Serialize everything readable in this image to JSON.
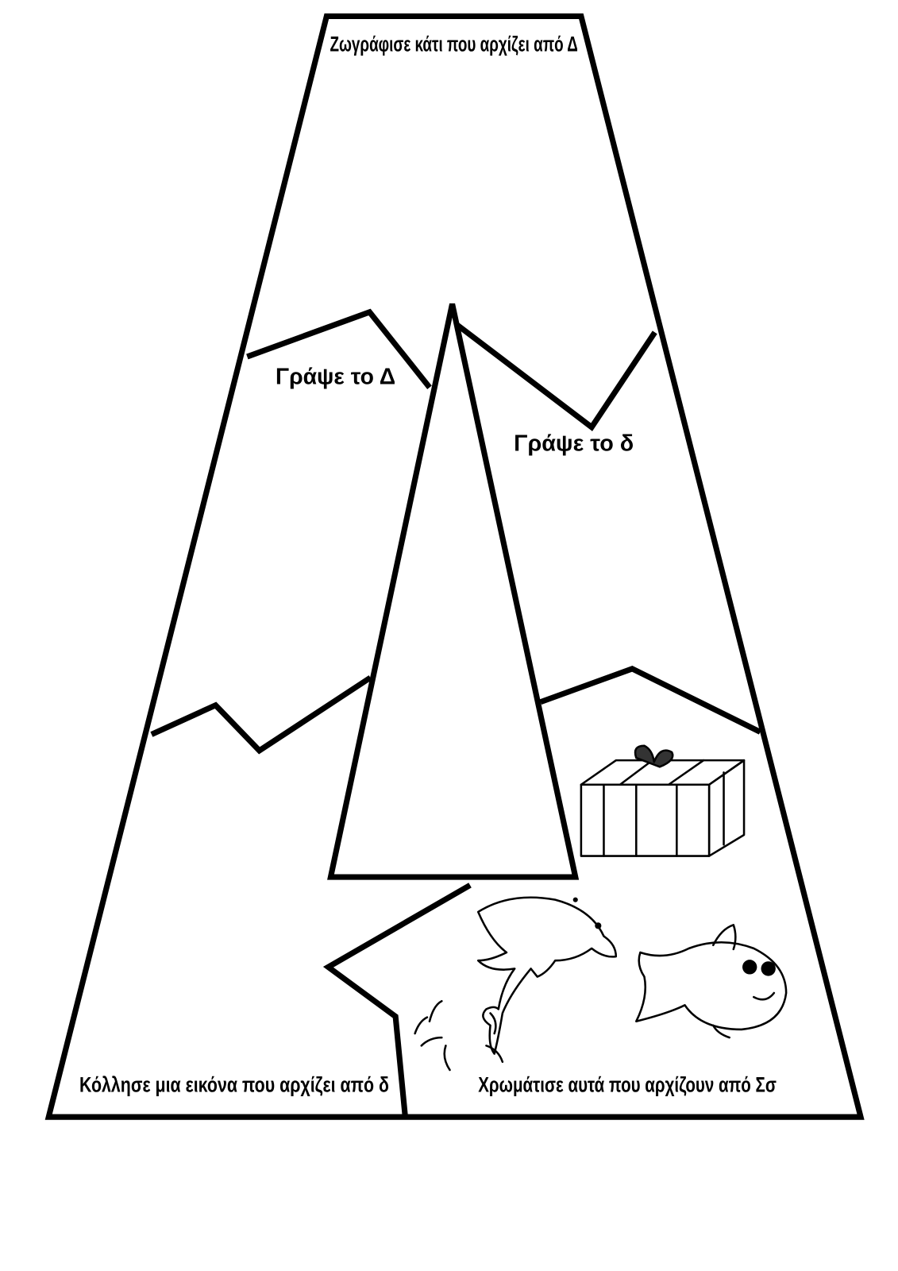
{
  "worksheet": {
    "top_instruction": "Ζωγράφισε κάτι που αρχίζει από Δ",
    "left_instruction": "Γράψε το Δ",
    "right_instruction": "Γράψε το δ",
    "bottom_left_instruction": "Κόλλησε μια εικόνα  που αρχίζει από δ",
    "bottom_right_instruction": "Χρωμάτισε αυτά που αρχίζουν από Σσ",
    "pictures": [
      "gift-box",
      "dolphin",
      "fish"
    ]
  }
}
